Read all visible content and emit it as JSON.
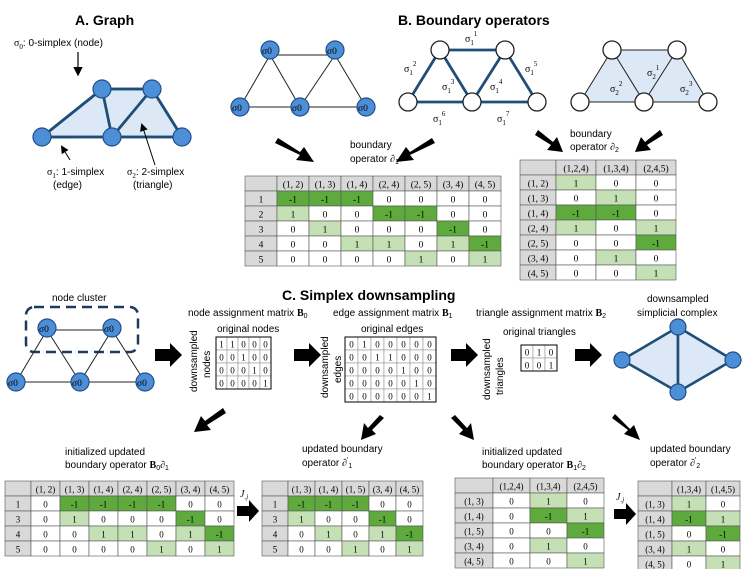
{
  "headings": {
    "a": "A.  Graph",
    "b": "B.  Boundary operators",
    "c": "C.  Simplex downsampling"
  },
  "graph_a": {
    "sigma0": "σ",
    "sigma0_sub": "0",
    "sigma0_desc": ": 0-simplex (node)",
    "sigma1_desc": ": 1-simplex",
    "sigma1_desc2": "(edge)",
    "sigma2_desc": ": 2-simplex",
    "sigma2_desc2": "(triangle)"
  },
  "operator_b1": {
    "label1": "boundary",
    "label2": "operator",
    "columns": [
      "(1, 2)",
      "(1, 3)",
      "(1, 4)",
      "(2, 4)",
      "(2, 5)",
      "(3, 4)",
      "(4, 5)"
    ],
    "rows": [
      {
        "label": "1",
        "cells": [
          "-1",
          "-1",
          "-1",
          "0",
          "0",
          "0",
          "0"
        ]
      },
      {
        "label": "2",
        "cells": [
          "1",
          "0",
          "0",
          "-1",
          "-1",
          "0",
          "0"
        ]
      },
      {
        "label": "3",
        "cells": [
          "0",
          "1",
          "0",
          "0",
          "0",
          "-1",
          "0"
        ]
      },
      {
        "label": "4",
        "cells": [
          "0",
          "0",
          "1",
          "1",
          "0",
          "1",
          "-1"
        ]
      },
      {
        "label": "5",
        "cells": [
          "0",
          "0",
          "0",
          "0",
          "1",
          "0",
          "1"
        ]
      }
    ]
  },
  "operator_b2": {
    "label1": "boundary",
    "label2": "operator",
    "columns": [
      "(1,2,4)",
      "(1,3,4)",
      "(2,4,5)"
    ],
    "rows": [
      {
        "label": "(1, 2)",
        "cells": [
          "1",
          "0",
          "0"
        ]
      },
      {
        "label": "(1, 3)",
        "cells": [
          "0",
          "1",
          "0"
        ]
      },
      {
        "label": "(1, 4)",
        "cells": [
          "-1",
          "-1",
          "0"
        ]
      },
      {
        "label": "(2, 4)",
        "cells": [
          "1",
          "0",
          "1"
        ]
      },
      {
        "label": "(2, 5)",
        "cells": [
          "0",
          "0",
          "-1"
        ]
      },
      {
        "label": "(3, 4)",
        "cells": [
          "0",
          "1",
          "0"
        ]
      },
      {
        "label": "(4, 5)",
        "cells": [
          "0",
          "0",
          "1"
        ]
      }
    ]
  },
  "downsampling": {
    "node_cluster": "node cluster",
    "node_assign": "node assignment matrix",
    "edge_assign": "edge assignment matrix",
    "tri_assign": "triangle assignment matrix",
    "original_nodes": "original nodes",
    "original_edges": "original edges",
    "original_triangles": "original triangles",
    "downsampled_nodes_1": "downsampled",
    "downsampled_nodes_2": "nodes",
    "downsampled_edges_1": "downsampled",
    "downsampled_edges_2": "edges",
    "downsampled_triangles_1": "downsampled",
    "downsampled_triangles_2": "triangles",
    "complex_1": "downsampled",
    "complex_2": "simplicial complex",
    "node_matrix": [
      [
        "1",
        "1",
        "0",
        "0",
        "0"
      ],
      [
        "0",
        "0",
        "1",
        "0",
        "0"
      ],
      [
        "0",
        "0",
        "0",
        "1",
        "0"
      ],
      [
        "0",
        "0",
        "0",
        "0",
        "1"
      ]
    ],
    "edge_matrix": [
      [
        "0",
        "1",
        "0",
        "0",
        "0",
        "0",
        "0"
      ],
      [
        "0",
        "0",
        "1",
        "1",
        "0",
        "0",
        "0"
      ],
      [
        "0",
        "0",
        "0",
        "0",
        "1",
        "0",
        "0"
      ],
      [
        "0",
        "0",
        "0",
        "0",
        "0",
        "1",
        "0"
      ],
      [
        "0",
        "0",
        "0",
        "0",
        "0",
        "0",
        "1"
      ]
    ],
    "tri_matrix": [
      [
        "0",
        "1",
        "0"
      ],
      [
        "0",
        "0",
        "1"
      ]
    ]
  },
  "table_init_b0": {
    "label1": "initialized updated",
    "label2": "boundary operator",
    "columns": [
      "(1, 2)",
      "(1, 3)",
      "(1, 4)",
      "(2, 4)",
      "(2, 5)",
      "(3, 4)",
      "(4, 5)"
    ],
    "rows": [
      {
        "label": "1",
        "cells": [
          "0",
          "-1",
          "-1",
          "-1",
          "-1",
          "0",
          "0"
        ]
      },
      {
        "label": "3",
        "cells": [
          "0",
          "1",
          "0",
          "0",
          "0",
          "-1",
          "0"
        ]
      },
      {
        "label": "4",
        "cells": [
          "0",
          "0",
          "1",
          "1",
          "0",
          "1",
          "-1"
        ]
      },
      {
        "label": "5",
        "cells": [
          "0",
          "0",
          "0",
          "0",
          "1",
          "0",
          "1"
        ]
      }
    ]
  },
  "table_upd_b1": {
    "label1": "updated boundary",
    "label2": "operator",
    "columns": [
      "(1, 3)",
      "(1, 4)",
      "(1, 5)",
      "(3, 4)",
      "(4, 5)"
    ],
    "rows": [
      {
        "label": "1",
        "cells": [
          "-1",
          "-1",
          "-1",
          "0",
          "0"
        ]
      },
      {
        "label": "3",
        "cells": [
          "1",
          "0",
          "0",
          "-1",
          "0"
        ]
      },
      {
        "label": "4",
        "cells": [
          "0",
          "1",
          "0",
          "1",
          "-1"
        ]
      },
      {
        "label": "5",
        "cells": [
          "0",
          "0",
          "1",
          "0",
          "1"
        ]
      }
    ]
  },
  "table_init_b2": {
    "label1": "initialized updated",
    "label2": "boundary operator",
    "columns": [
      "(1,2,4)",
      "(1,3,4)",
      "(2,4,5)"
    ],
    "rows": [
      {
        "label": "(1, 3)",
        "cells": [
          "0",
          "1",
          "0"
        ]
      },
      {
        "label": "(1, 4)",
        "cells": [
          "0",
          "-1",
          "1"
        ]
      },
      {
        "label": "(1, 5)",
        "cells": [
          "0",
          "0",
          "-1"
        ]
      },
      {
        "label": "(3, 4)",
        "cells": [
          "0",
          "1",
          "0"
        ]
      },
      {
        "label": "(4, 5)",
        "cells": [
          "0",
          "0",
          "1"
        ]
      }
    ]
  },
  "table_upd_b2": {
    "label1": "updated boundary",
    "label2": "operator",
    "columns": [
      "(1,3,4)",
      "(1,4,5)"
    ],
    "rows": [
      {
        "label": "(1, 3)",
        "cells": [
          "1",
          "0"
        ]
      },
      {
        "label": "(1, 4)",
        "cells": [
          "-1",
          "1"
        ]
      },
      {
        "label": "(1, 5)",
        "cells": [
          "0",
          "-1"
        ]
      },
      {
        "label": "(3, 4)",
        "cells": [
          "1",
          "0"
        ]
      },
      {
        "label": "(4, 5)",
        "cells": [
          "0",
          "1"
        ]
      }
    ]
  },
  "arrow_label": "J",
  "colors": {
    "header_gray": "#d9d9d9",
    "dark_green": "#5eaa3c",
    "light_green": "#c5e0b4",
    "node_blue": "#4d8fd6",
    "edge_navy": "#1f4e79",
    "triangle_fill": "#dce8f5"
  }
}
